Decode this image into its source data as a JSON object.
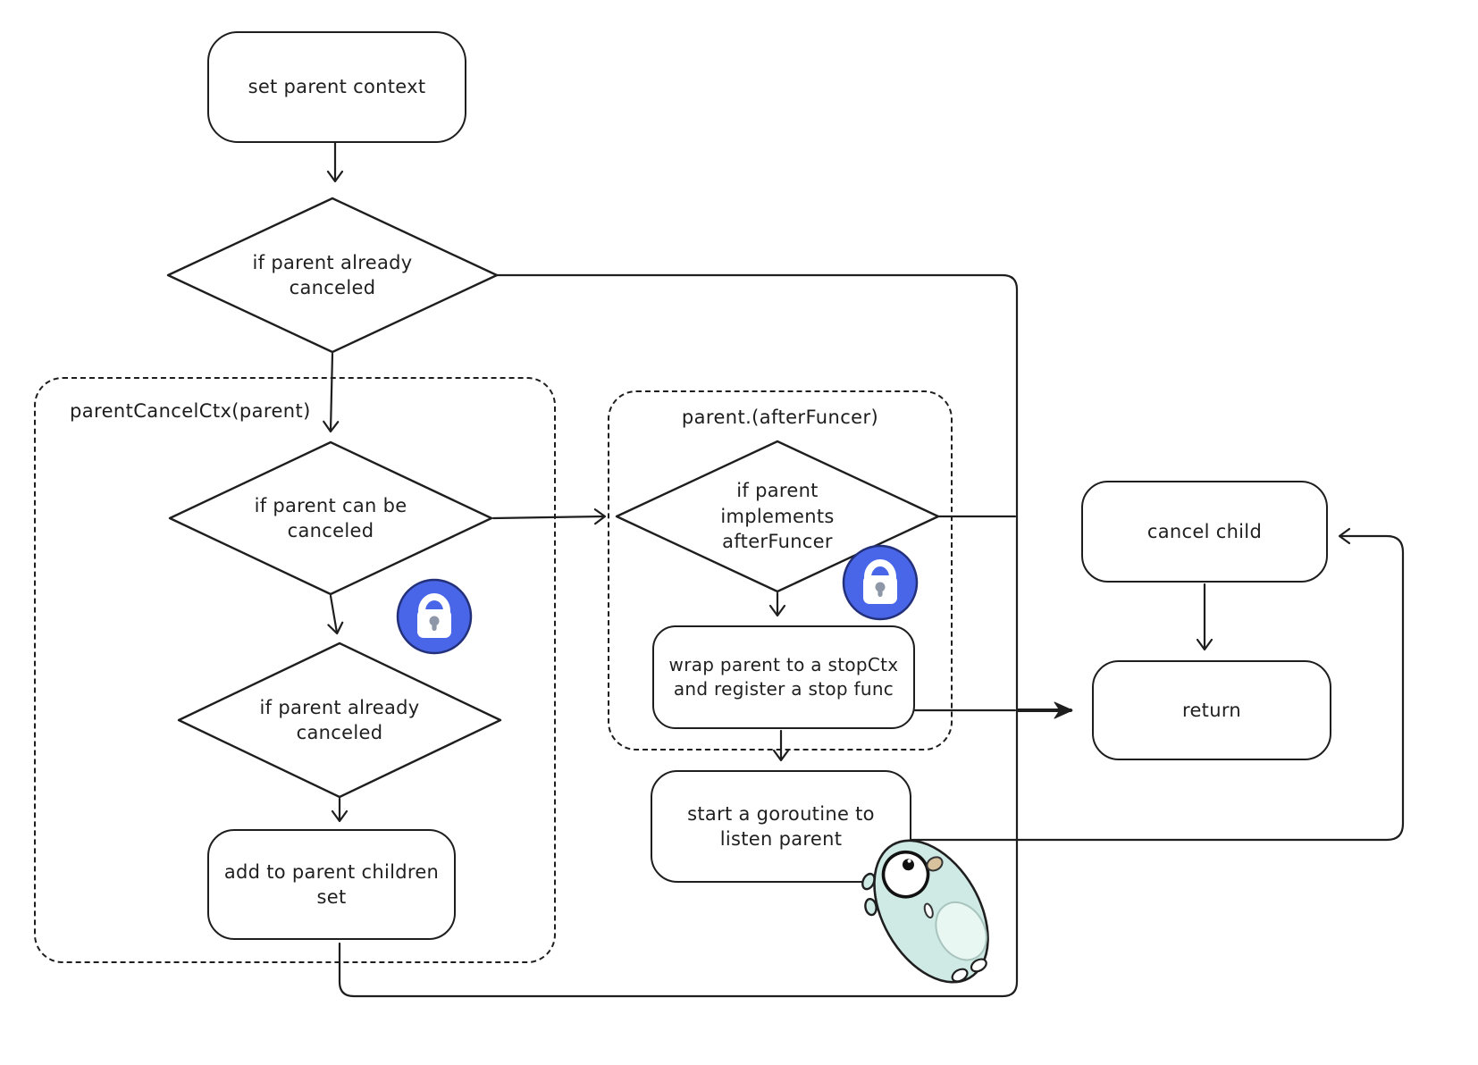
{
  "canvas": {
    "background": "#ffffff"
  },
  "colors": {
    "stroke": "#1e1e1e",
    "lock_badge_blue": "#4a66e8",
    "lock_keyhole_gray": "#8d97a8",
    "gopher_body_teal": "#cfeae5",
    "gopher_belly": "#e9f7f3"
  },
  "containers": {
    "parent_cancel_ctx": "parentCancelCtx(parent)",
    "after_funcer": "parent.(afterFuncer)"
  },
  "nodes": {
    "set_parent_context": "set parent context",
    "if_parent_already_canceled": "if parent already canceled",
    "if_parent_can_be_canceled": "if parent can be canceled",
    "if_parent_already_canceled_2": "if parent already canceled",
    "add_to_parent_children_set": "add to parent children set",
    "if_parent_implements_afterfuncer": "if parent implements afterFuncer",
    "wrap_parent_stopctx": "wrap parent to a stopCtx and register a stop func",
    "start_goroutine_listen_parent": "start a goroutine to listen parent",
    "cancel_child": "cancel child",
    "return": "return"
  },
  "icons": {
    "lock_left": "lock-icon",
    "lock_right": "lock-icon",
    "mascot": "go-gopher-mascot"
  }
}
